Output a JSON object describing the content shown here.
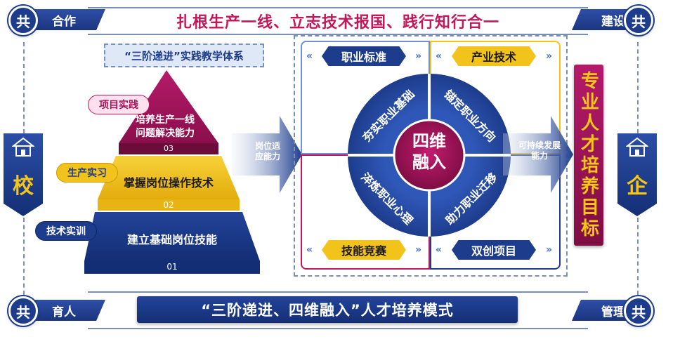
{
  "corners": {
    "top_left": {
      "badge": "共",
      "label": "合作"
    },
    "top_right": {
      "badge": "共",
      "label": "建设"
    },
    "bottom_left": {
      "badge": "共",
      "label": "育人"
    },
    "bottom_right": {
      "badge": "共",
      "label": "管理"
    }
  },
  "top_banner": "扎根生产一线、立志技术报国、践行知行合一",
  "bottom_banner": "“三阶递进、四维融入”人才培养模式",
  "left_side": {
    "label": "校"
  },
  "right_side": {
    "label": "企"
  },
  "pyramid": {
    "title": "“三阶递进”实践教学体系",
    "levels": [
      {
        "tag": "项目实践",
        "text_line1": "培养生产一线",
        "text_line2": "问题解决能力",
        "num": "03"
      },
      {
        "tag": "生产实习",
        "text": "掌握岗位操作技术",
        "num": "02"
      },
      {
        "tag": "技术实训",
        "text": "建立基础岗位技能",
        "num": "01"
      }
    ]
  },
  "arrow_left_label": "岗位适应能力",
  "arrow_right_label": "可持续发展能力",
  "quadrants": {
    "top_left": "职业标准",
    "top_right": "产业技术",
    "bottom_left": "技能竞赛",
    "bottom_right": "双创项目"
  },
  "circle": {
    "center_line1": "四维",
    "center_line2": "融入",
    "segments": {
      "top_left": "夯实职业基础",
      "top_right": "锚定职业方向",
      "bottom_left": "淬炼职业心理",
      "bottom_right": "助力职业迁移"
    }
  },
  "goal_box": "专业人才培养目标",
  "colors": {
    "navy": "#1d3c8c",
    "magenta": "#a3145a",
    "gold": "#f2c31b",
    "title_pink": "#c4165a"
  }
}
